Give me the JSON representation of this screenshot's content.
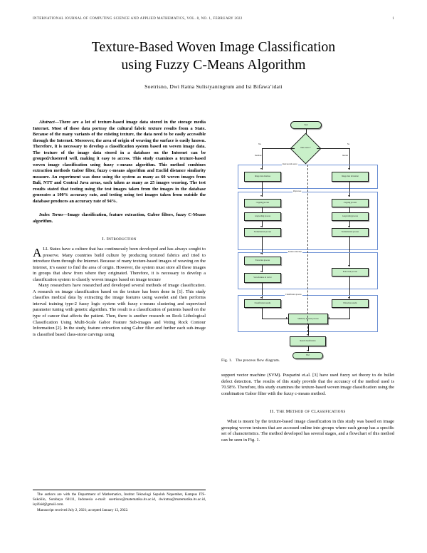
{
  "running_head": {
    "journal": "INTERNATIONAL JOURNAL OF COMPUTING SCIENCE AND APPLIED MATHEMATICS, VOL. 8, NO. 1, FEBRUARY 2022",
    "page_number": "1"
  },
  "title": {
    "line1": "Texture-Based Woven Image Classification",
    "line2": "using Fuzzy C-Means Algorithm"
  },
  "authors": "Soetrisno, Dwi Ratna Sulistyaningrum and Isi Bifawa’idati",
  "abstract": {
    "lead": "Abstract",
    "text": "—There are a lot of texture-based image data stored in the storage media Internet. Most of these data portray the cultural fabric texture results from a State. Because of the many variants of the existing texture, the data need to be easily accessible through the Internet. Moreover, the area of origin of weaving the surface is easily known. Therefore, it is necessary to develop a classification system based on woven image data. The texture of the image data stored in a database on the Internet can be grouped/clustered well, making it easy to access. This study examines a texture-based woven image classification using fuzzy c-means algorithm. This method combines extraction methods Gabor filter, fuzzy c-means algorithm and Euclid distance similarity measure. An experiment was done using the system as many as 60 woven images from Bali, NTT and Central Java areas, each taken as many as 25 images weaving. The test results stated that testing using the test images taken from the images in the database generates a 100% accuracy rate, and testing using test images taken from outside the database produces an accuracy rate of 94%."
  },
  "index_terms": {
    "lead": "Index Terms",
    "text": "—Image classification, feature extraction, Gabor filters, fuzzy C-Means algorithm."
  },
  "sections": [
    {
      "number": "I.",
      "name": "Introduction",
      "dropcap": "A",
      "first_para_rest": "LL States have a culture that has continuously been developed and has always sought to preserve. Many countries build culture by producing textured fabrics and tried to introduce them through the Internet. Because of many texture-based images of weaving on the Internet, it’s easier to find the area of origin. However, the system must store all these images in groups that show from where they originated. Therefore, it is necessary to develop a classification system to classify woven images based on image texture",
      "paragraphs": [
        "Many researchers have researched and developed several methods of image classification. A research on image classification based on the texture has been done in [1]. This study classifies medical data by extracting the image features using wavelet and then performs interval training type-2 fuzzy logic system with fuzzy c-means clustering and supervised parameter tuning with genetic algorithm. The result is a classification of patients based on the type of cancer that affects the patient. Then, there is another research on Rock Lithological Classification Using Multi-Scale Gabor Feature Sub-images and Voting Rock Contour Information [2]. In the study, feature extraction using Gabor filter and further each sub-image is classified based class-stone carvings using"
      ]
    },
    {
      "number": "II.",
      "name": "The Method of Classifications",
      "paragraphs": [
        "What is meant by the texture-based image classification in this study was based on image grouping woven textures that are accessed online into groups where each group has a specific set of characteristics. The method developed has several stages, and a flowchart of this method can be seen in Fig. 1."
      ]
    }
  ],
  "right_column_continuation": "support vector machine (SVM). Pusparini et.al. [3] have used fuzzy set theory to do bullet defect detection. The results of this study provide that the accuracy of the method used is 70.58%. Therefore, this study examines the texture-based woven image classification using the combination Gabor filter with the fuzzy c-means method.",
  "footnote": {
    "affiliation": "The authors are with the Department of Mathematics, Institut Teknologi Sepuluh Nopember, Kampus ITS-Sukolilo, Surabaya 60111, Indonesia e-mail: soetrisno@matematika.its.ac.id, dwiratna@matematika.its.ac.id, isyifaid@gmail.com.",
    "manuscript": "Manuscript received July 2, 2021; accepted January 12, 2022."
  },
  "figure": {
    "label": "Fig. 1.",
    "caption": "The process flow diagram.",
    "node_fill": "#c9f0c9",
    "node_stroke": "#1c1c1c",
    "swimlane_stroke": "#6b8fd4",
    "nodes": {
      "start": "Start",
      "decision": "Data source ?",
      "branch_left_label": "Yes",
      "branch_right_label": "No",
      "branch_left_sub": "Database",
      "branch_right_sub": "Internet",
      "lane1_title": "Read second source",
      "lane1_left": "Image data database",
      "lane1_right": "Image data in internet",
      "lane2_title": "Preprocess",
      "lane2_left_1": "cropping process",
      "lane2_left_2": "Greyscaling process",
      "lane2_right_1": "cropping process",
      "lane2_right_2": "Greyscaling process",
      "lane2_left_3": "Normalization process",
      "lane2_right_3": "Normalization process",
      "lane3_title": "Feature extraction",
      "lane3_left_1": "Extraction process",
      "lane3_left_2": "Store features in vector",
      "lane3_right_1": "Extraction process",
      "lane4_title": "Classification process",
      "lane4_left": "Classification results",
      "lane4_right": "Extraction results",
      "lane4_center": "Similarity measure process",
      "result": "Result classification",
      "end": "End"
    }
  }
}
